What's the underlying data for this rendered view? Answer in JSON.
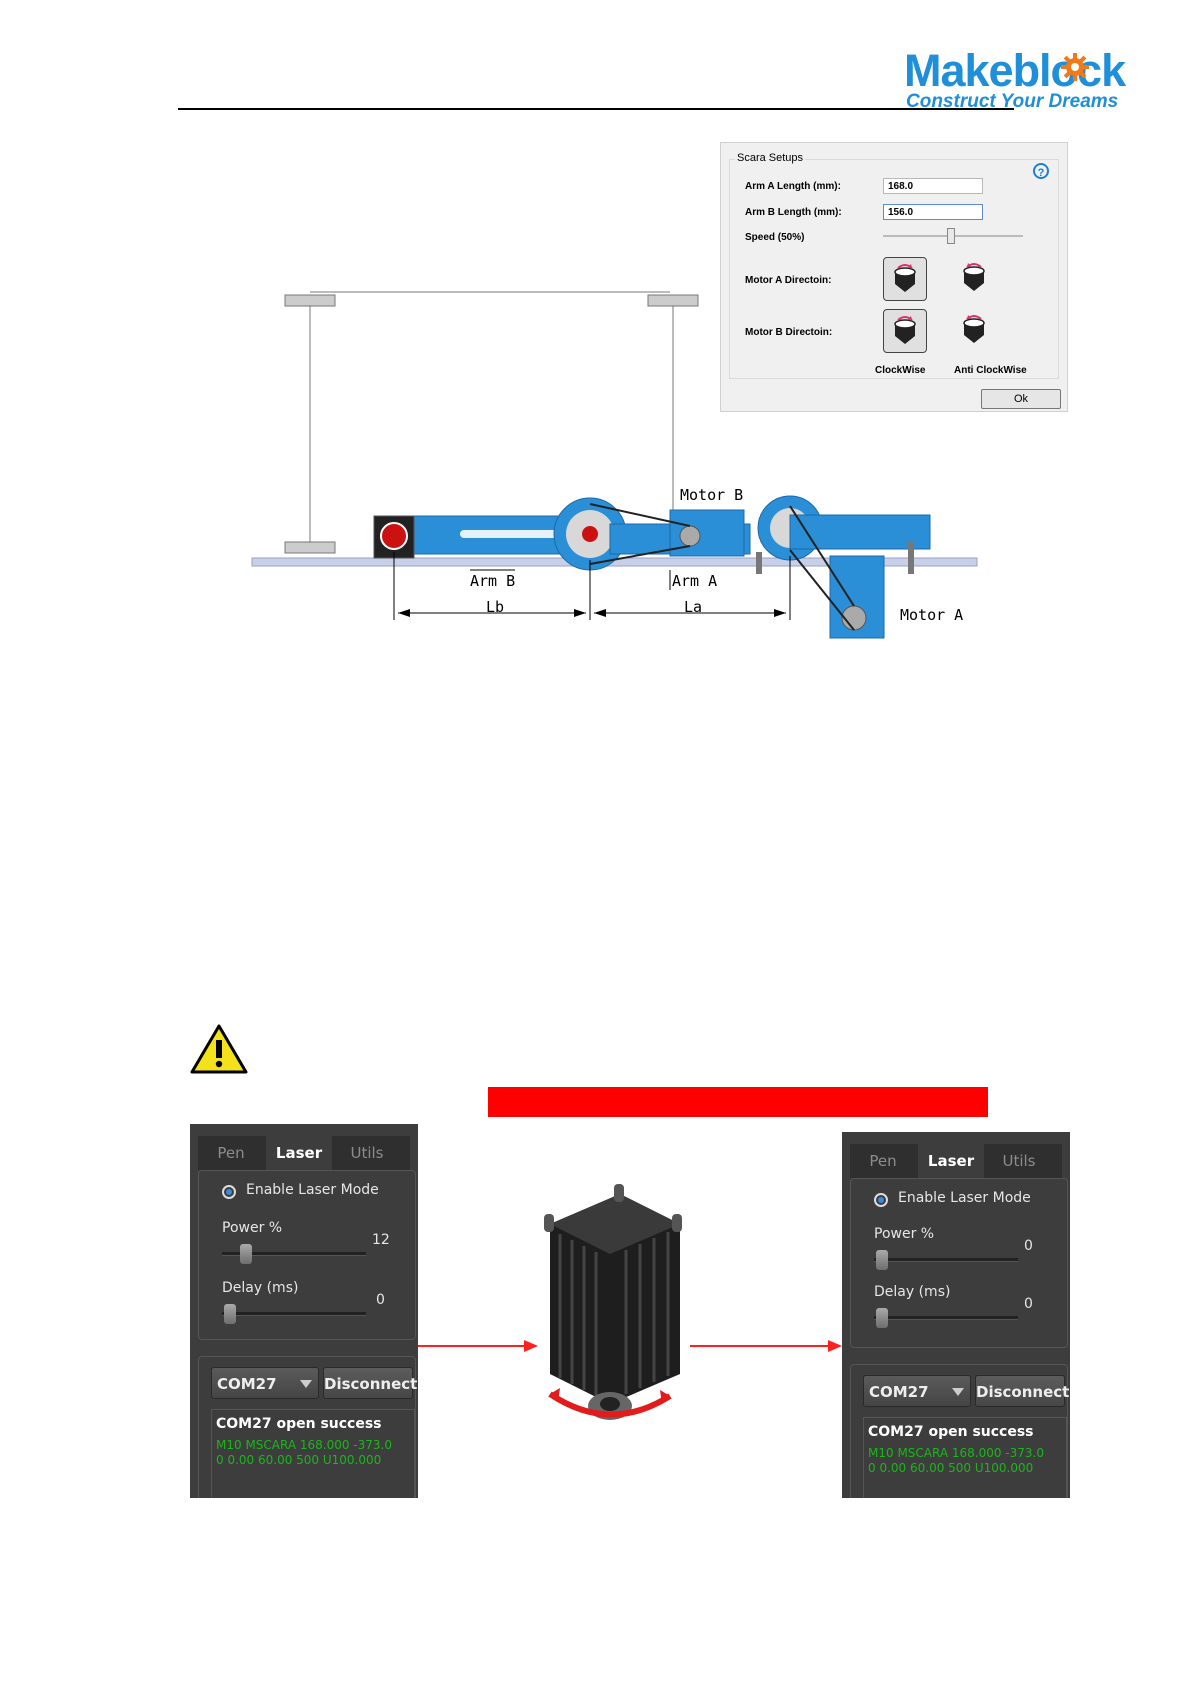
{
  "header": {
    "logo_text": "Makeblock",
    "logo_tagline": "Construct Your Dreams"
  },
  "scara_dialog": {
    "title": "Scara Setups",
    "arm_a_label": "Arm A Length (mm):",
    "arm_a_value": "168.0",
    "arm_b_label": "Arm B Length (mm):",
    "arm_b_value": "156.0",
    "speed_label": "Speed (50%)",
    "speed_percent": 50,
    "motor_a_label": "Motor A Directoin:",
    "motor_b_label": "Motor B Directoin:",
    "clockwise_label": "ClockWise",
    "anticlockwise_label": "Anti ClockWise",
    "ok_label": "Ok",
    "help_glyph": "?"
  },
  "diagram": {
    "motor_b_label": "Motor B",
    "motor_a_label": "Motor A",
    "arm_b_label": "Arm B",
    "arm_a_label": "Arm A",
    "lb_label": "Lb",
    "la_label": "La"
  },
  "laser_panel_left": {
    "tabs": [
      "Pen",
      "Laser",
      "Utils"
    ],
    "active_tab": "Laser",
    "enable_label": "Enable Laser Mode",
    "power_label": "Power %",
    "power_value": "12",
    "delay_label": "Delay (ms)",
    "delay_value": "0",
    "port": "COM27",
    "disconnect_label": "Disconnect",
    "console_line1": "COM27 open success",
    "console_line2": "M10 MSCARA 168.000 -373.00 0.00 60.00 500 U100.000"
  },
  "laser_panel_right": {
    "tabs": [
      "Pen",
      "Laser",
      "Utils"
    ],
    "active_tab": "Laser",
    "enable_label": "Enable Laser Mode",
    "power_label": "Power %",
    "power_value": "0",
    "delay_label": "Delay (ms)",
    "delay_value": "0",
    "port": "COM27",
    "disconnect_label": "Disconnect",
    "console_line1": "COM27 open success",
    "console_line2": "M10 MSCARA 168.000 -373.00 0.00 60.00 500 U100.000"
  },
  "colors": {
    "brand_blue": "#1e8fd8",
    "robot_blue": "#2a8fd6",
    "warning_red": "#ff0000",
    "console_green": "#19b719",
    "gear_orange": "#f07a1a"
  }
}
